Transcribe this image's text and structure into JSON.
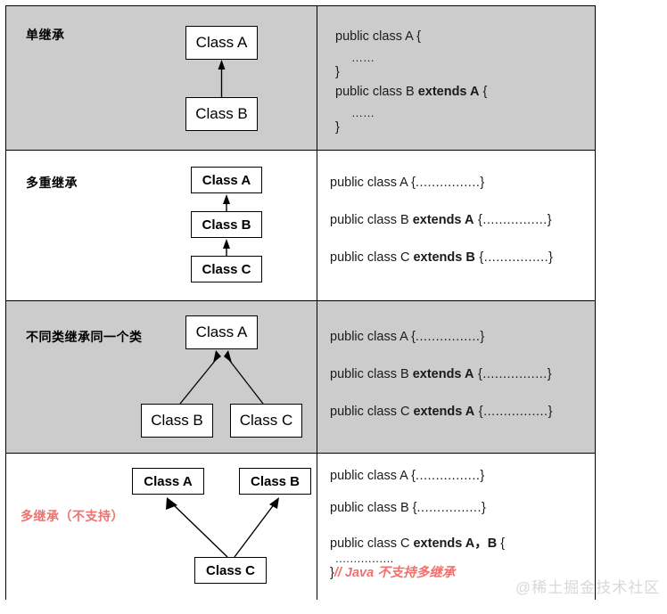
{
  "diagram": {
    "title_watermark": "@稀土掘金技术社区",
    "accent_red": "#f0716e",
    "row_gray": "#cccccc",
    "rows": [
      {
        "label": "单继承",
        "label_color": "black",
        "background": "gray",
        "boxes": [
          {
            "name": "Class A"
          },
          {
            "name": "Class B"
          }
        ],
        "relations": [
          "Class B extends Class A"
        ],
        "code_lines": [
          {
            "plain": "public class A {"
          },
          {
            "plain": "……"
          },
          {
            "plain": "}"
          },
          {
            "pre": "public class B ",
            "bold": "extends A",
            "post": " {"
          },
          {
            "plain": "……"
          },
          {
            "plain": "}"
          }
        ]
      },
      {
        "label": "多重继承",
        "label_color": "black",
        "background": "white",
        "boxes": [
          {
            "name": "Class A"
          },
          {
            "name": "Class B"
          },
          {
            "name": "Class C"
          }
        ],
        "relations": [
          "Class B extends Class A",
          "Class C extends Class B"
        ],
        "code_lines": [
          {
            "pre": "public class A {",
            "bold": "",
            "post": "................}"
          },
          {
            "pre": "public class B ",
            "bold": "extends A",
            "post": " {................}"
          },
          {
            "pre": "public class C ",
            "bold": "extends B",
            "post": " {................}"
          }
        ]
      },
      {
        "label": "不同类继承同一个类",
        "label_color": "black",
        "background": "gray",
        "boxes": [
          {
            "name": "Class A"
          },
          {
            "name": "Class B"
          },
          {
            "name": "Class C"
          }
        ],
        "relations": [
          "Class B extends Class A",
          "Class C extends Class A"
        ],
        "code_lines": [
          {
            "pre": "public class A {",
            "bold": "",
            "post": "................}"
          },
          {
            "pre": "public class B ",
            "bold": "extends A",
            "post": " {................}"
          },
          {
            "pre": "public class C ",
            "bold": "extends A",
            "post": " {................}"
          }
        ]
      },
      {
        "label": "多继承（不支持）",
        "label_color": "red",
        "background": "white",
        "boxes": [
          {
            "name": "Class A"
          },
          {
            "name": "Class B"
          },
          {
            "name": "Class C"
          }
        ],
        "relations": [
          "Class C extends Class A",
          "Class C extends Class B"
        ],
        "code_lines": [
          {
            "pre": "public class A {",
            "bold": "",
            "post": "................}"
          },
          {
            "pre": "public class B {",
            "bold": "",
            "post": "................}"
          },
          {
            "pre": "public class C ",
            "bold": "extends A，B",
            "post": " {"
          },
          {
            "plain": "................"
          },
          {
            "pre": "}",
            "comment": "// Java 不支持多继承"
          }
        ]
      }
    ]
  }
}
